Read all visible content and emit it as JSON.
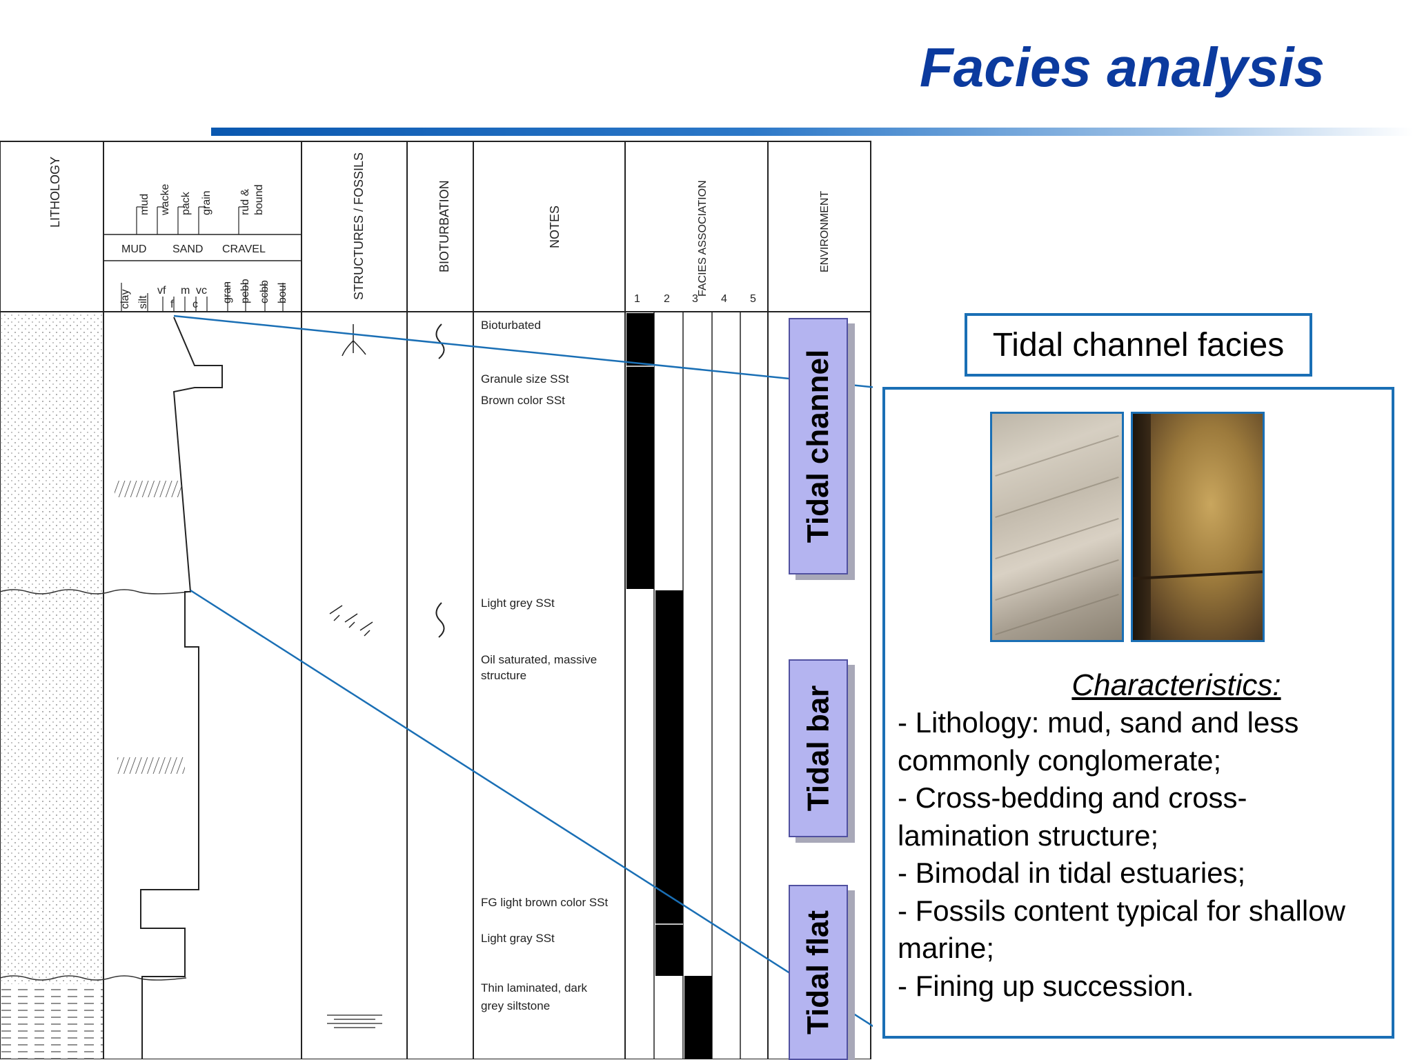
{
  "slide": {
    "title": "Facies analysis"
  },
  "log": {
    "headers": {
      "lithology": "LITHOLOGY",
      "structures": "STRUCTURES / FOSSILS",
      "bioturbation": "BIOTURBATION",
      "notes": "NOTES",
      "facies_association": "FACIES ASSOCIATION",
      "environment": "ENVIRONMENT"
    },
    "grain_scale_top": [
      "mud",
      "wacke",
      "pack",
      "grain",
      "rud &",
      "bound"
    ],
    "grain_scale_mid": [
      "MUD",
      "SAND",
      "CRAVEL"
    ],
    "grain_scale_bottom": [
      "clay",
      "silt",
      "vf",
      "f",
      "m",
      "c",
      "vc",
      "gran",
      "pebb",
      "ccbb",
      "boul"
    ],
    "facies_numbers": [
      "1",
      "2",
      "3",
      "4",
      "5"
    ],
    "notes": [
      "Bioturbated",
      "Granule size SSt",
      "Brown color SSt",
      "Light grey SSt",
      "Oil saturated, massive",
      "structure",
      "FG light brown color SSt",
      "Light gray SSt",
      "Thin laminated, dark",
      "grey siltstone"
    ],
    "environments": [
      "Tidal channel",
      "Tidal bar",
      "Tidal flat"
    ]
  },
  "callout": {
    "title": "Tidal channel facies",
    "characteristics_title": "Characteristics:",
    "characteristics": [
      "- Lithology: mud, sand and less",
      "commonly conglomerate;",
      "- Cross-bedding and cross-",
      "lamination structure;",
      "- Bimodal in tidal estuaries;",
      "- Fossils content typical for shallow",
      "marine;",
      "- Fining up succession."
    ]
  },
  "colors": {
    "title": "#0b3a9e",
    "callout_border": "#1a6fb5",
    "environment_fill": "#b4b4f0"
  }
}
